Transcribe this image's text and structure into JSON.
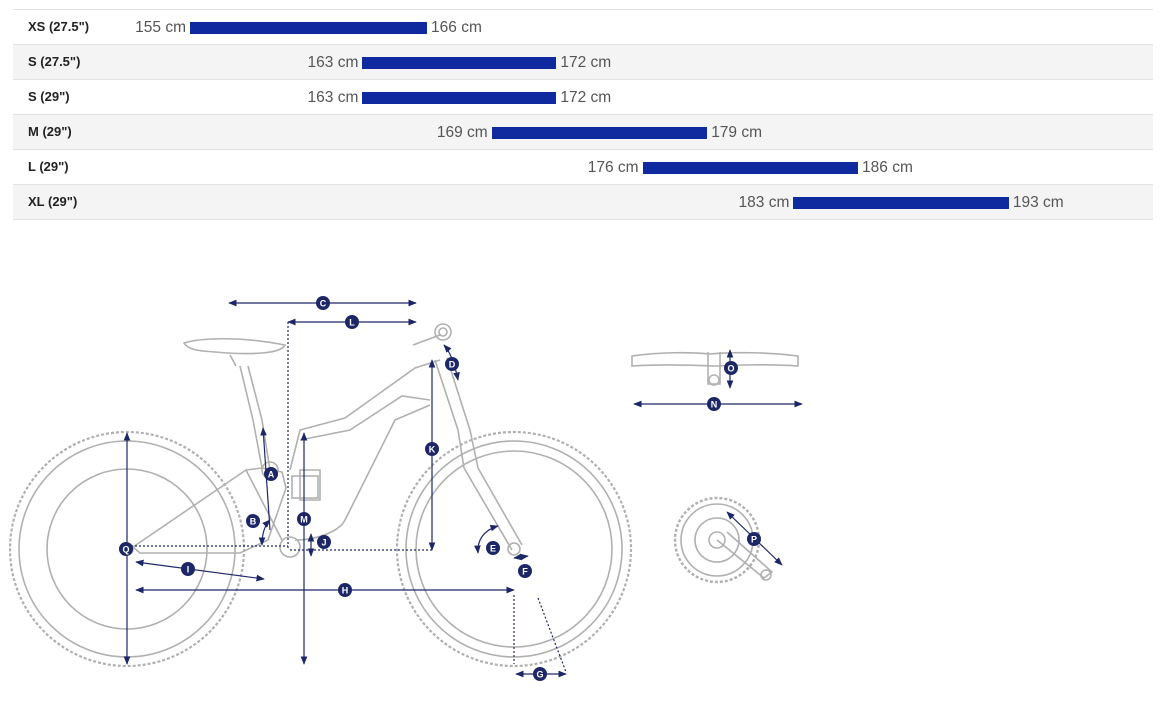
{
  "size_chart": {
    "rows": [
      {
        "size": "XS (27.5\")",
        "min": "155 cm",
        "max": "166 cm",
        "min_cm": 155,
        "max_cm": 166
      },
      {
        "size": "S (27.5\")",
        "min": "163 cm",
        "max": "172 cm",
        "min_cm": 163,
        "max_cm": 172
      },
      {
        "size": "S (29\")",
        "min": "163 cm",
        "max": "172 cm",
        "min_cm": 163,
        "max_cm": 172
      },
      {
        "size": "M (29\")",
        "min": "169 cm",
        "max": "179 cm",
        "min_cm": 169,
        "max_cm": 179
      },
      {
        "size": "L (29\")",
        "min": "176 cm",
        "max": "186 cm",
        "min_cm": 176,
        "max_cm": 186
      },
      {
        "size": "XL (29\")",
        "min": "183 cm",
        "max": "193 cm",
        "min_cm": 183,
        "max_cm": 193
      }
    ],
    "bar_color": "#0f2a9e"
  },
  "geometry_markers": {
    "A": "A",
    "B": "B",
    "C": "C",
    "D": "D",
    "E": "E",
    "F": "F",
    "G": "G",
    "H": "H",
    "I": "I",
    "J": "J",
    "K": "K",
    "L": "L",
    "M": "M",
    "N": "N",
    "O": "O",
    "P": "P",
    "Q": "Q"
  },
  "colors": {
    "marker": "#1d2767",
    "line_art": "#b5b5b5",
    "dimension_line": "#1d2767"
  }
}
